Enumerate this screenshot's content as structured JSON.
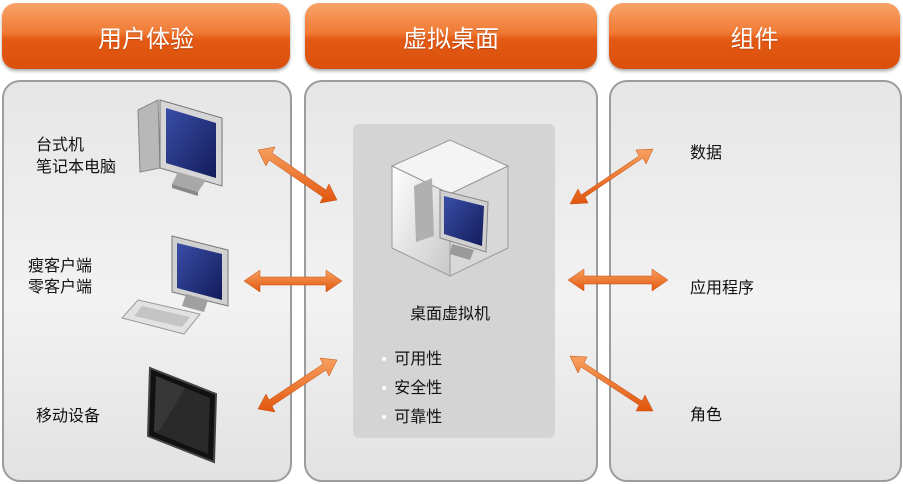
{
  "headers": {
    "user_experience": "用户体验",
    "virtual_desktop": "虚拟桌面",
    "components": "组件"
  },
  "devices": {
    "desktop_line1": "台式机",
    "desktop_line2": "笔记本电脑",
    "thin_client_line1": "瘦客户端",
    "thin_client_line2": "零客户端",
    "mobile": "移动设备"
  },
  "vm": {
    "title": "桌面虚拟机",
    "features": [
      "可用性",
      "安全性",
      "可靠性"
    ]
  },
  "components": {
    "data": "数据",
    "applications": "应用程序",
    "roles": "角色"
  },
  "icons": [
    "desktop-computer-icon",
    "thin-client-icon",
    "tablet-icon",
    "virtual-machine-icon"
  ],
  "colors": {
    "header": "#e8651f",
    "arrow": "#ec6e1f"
  }
}
